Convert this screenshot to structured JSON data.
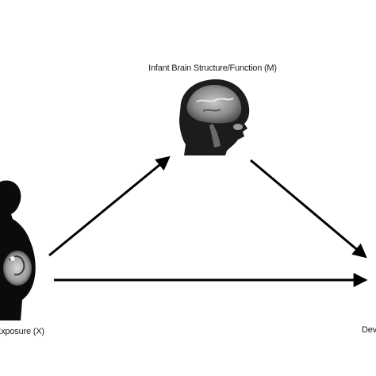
{
  "mediator": {
    "label": "Infant Brain Structure/Function (M)",
    "image": "infant-brain-mri-icon"
  },
  "exposure": {
    "label": "Exposure (X)",
    "image": "pregnant-silhouette-icon"
  },
  "outcome": {
    "label": "Dev"
  },
  "colors": {
    "arrow": "#000000",
    "silhouette": "#0b0b0b",
    "mri_base": "#1c1c1c",
    "brain": "#8a8a8a"
  }
}
